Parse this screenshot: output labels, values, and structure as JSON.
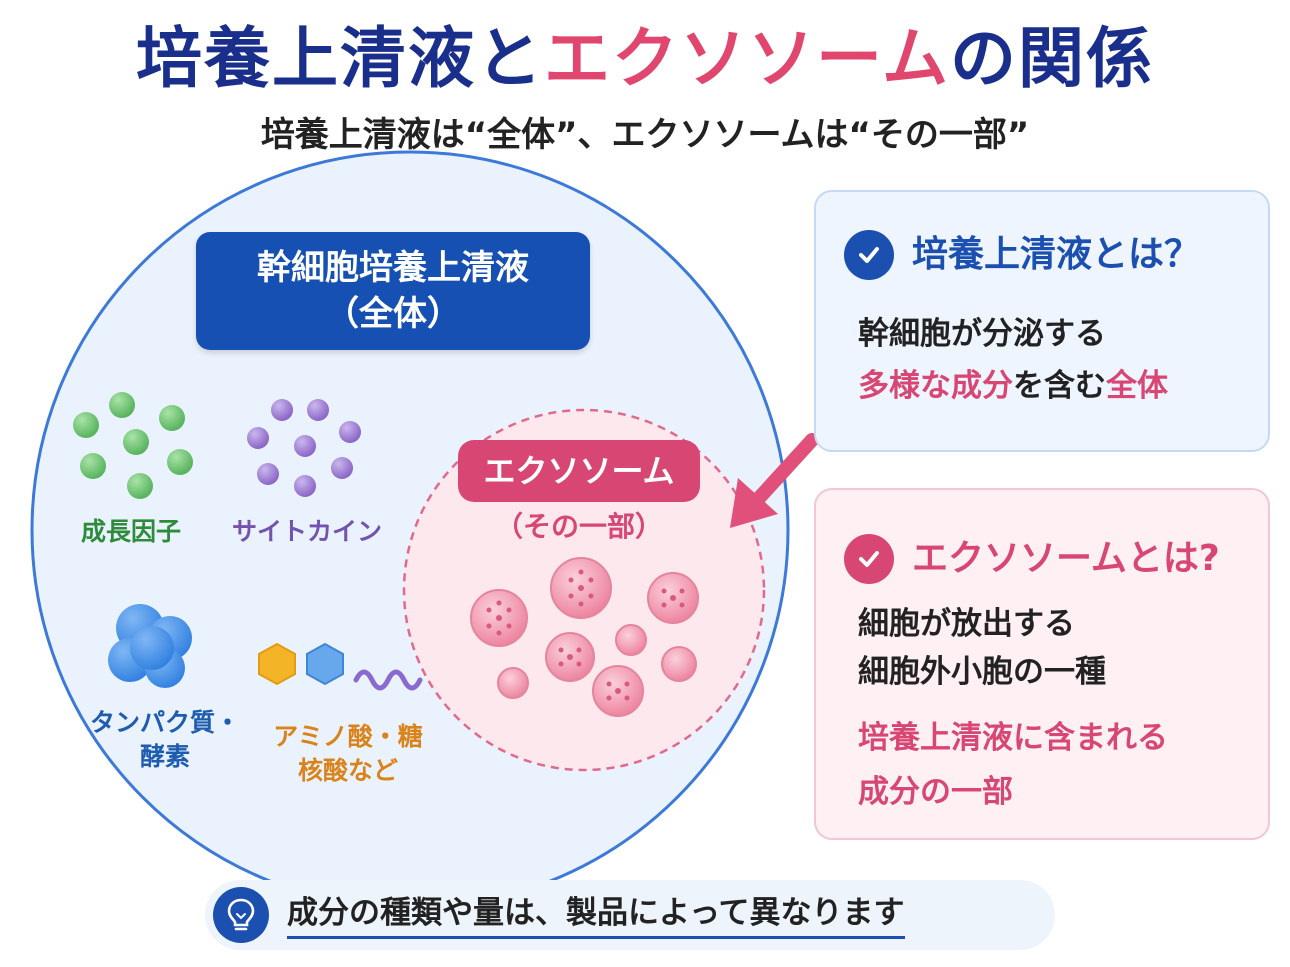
{
  "title": {
    "part1": "培養上清液と",
    "part2": "エクソソーム",
    "part3": "の関係"
  },
  "subtitle": "培養上清液は“全体”、エクソソームは“その一部”",
  "diagram": {
    "whole_label_line1": "幹細胞培養上清液",
    "whole_label_line2": "（全体）",
    "exosome_label": "エクソソーム",
    "exosome_sub": "（その一部）",
    "components": {
      "growth_factor": "成長因子",
      "cytokine": "サイトカイン",
      "protein_line1": "タンパク質・",
      "protein_line2": "酵素",
      "amino_line1": "アミノ酸・糖",
      "amino_line2": "核酸など"
    }
  },
  "cards": {
    "supernatant": {
      "title": "培養上清液とは？",
      "line1": "幹細胞が分泌する",
      "line2_a": "多様な成分",
      "line2_b": "を含む",
      "line2_c": "全体"
    },
    "exosome": {
      "title": "エクソソームとは?",
      "line1": "細胞が放出する",
      "line2": "細胞外小胞の一種",
      "line3": "培養上清液に含まれる",
      "line4": "成分の一部"
    }
  },
  "banner": {
    "text": "成分の種類や量は、製品によって異なります"
  },
  "colors": {
    "navy": "#1a2f8c",
    "blue": "#1b4fb0",
    "pink": "#d84773",
    "green": "#2e8b3c",
    "purple": "#7352b0",
    "orange": "#d9831a"
  },
  "icons": {
    "check": "check-circle-icon",
    "arrow": "arrow-icon",
    "bulb": "lightbulb-icon"
  }
}
